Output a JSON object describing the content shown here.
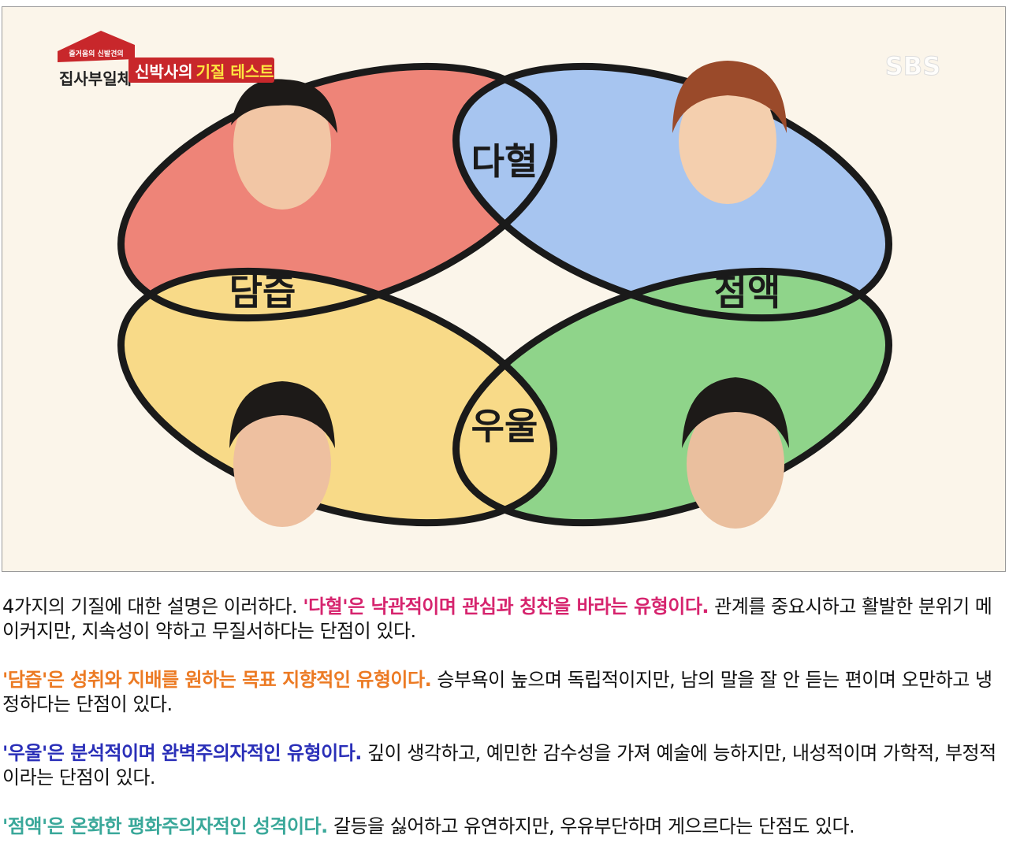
{
  "figure": {
    "show_logo": "집사부일체",
    "show_logo_banner": "즐거움의 신발견의",
    "caption_part1": "신박사의",
    "caption_part2": "기질 테스트",
    "watermark": "SBS",
    "labels": {
      "sanguine": "다혈",
      "choleric": "담즙",
      "phlegmatic": "점액",
      "melancholic": "우울"
    },
    "colors": {
      "sanguine_red": "#ee8478",
      "blue": "#a7c5f0",
      "green": "#8fd48a",
      "yellow": "#f8da88",
      "outline": "#1a1a1a",
      "background": "#fbf5ea"
    }
  },
  "paragraphs": [
    {
      "plain_before": "4가지의 기질에 대한 설명은 이러하다. ",
      "highlight": "'다혈'은 낙관적이며 관심과 칭찬을 바라는 유형이다.",
      "plain_after": " 관계를 중요시하고 활발한 분위기 메이커지만, 지속성이 약하고 무질서하다는 단점이 있다.",
      "color": "#d6246e"
    },
    {
      "highlight": "'담즙'은 성취와 지배를 원하는 목표 지향적인 유형이다.",
      "plain_after": " 승부욕이 높으며 독립적이지만, 남의 말을 잘 안 듣는 편이며 오만하고 냉정하다는 단점이 있다.",
      "color": "#ec7a23"
    },
    {
      "highlight": "'우울'은 분석적이며 완벽주의자적인 유형이다.",
      "plain_after": " 깊이 생각하고, 예민한 감수성을 가져 예술에 능하지만, 내성적이며 가학적, 부정적이라는 단점이 있다.",
      "color": "#2a2fb8"
    },
    {
      "highlight": "'점액'은 온화한 평화주의자적인 성격이다.",
      "plain_after": " 갈등을 싫어하고 유연하지만, 우유부단하며 게으르다는 단점도 있다.",
      "color": "#3aa89a"
    }
  ]
}
